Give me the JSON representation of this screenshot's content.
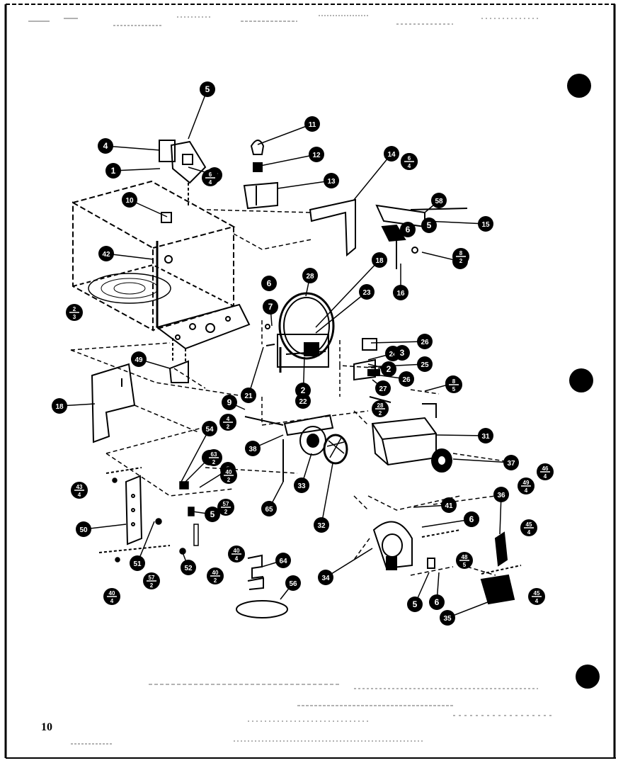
{
  "page": {
    "number": "10"
  },
  "callouts": [
    "1",
    "4",
    "5",
    "7",
    "10",
    "11",
    "12",
    "13",
    "14",
    "15",
    "16",
    "18",
    "18",
    "21",
    "22",
    "23",
    "24",
    "25",
    "26",
    "26",
    "27",
    "28",
    "31",
    "32",
    "33",
    "34",
    "35",
    "36",
    "37",
    "38",
    "41",
    "42",
    "49",
    "50",
    "51",
    "52",
    "54",
    "55",
    "56",
    "58",
    "64",
    "65",
    "67",
    "6",
    "6",
    "6",
    "5",
    "6",
    "86",
    "4",
    "2",
    "2",
    "8",
    "5",
    "6",
    "9",
    "3",
    "5",
    "2"
  ],
  "fraction_callouts": [
    {
      "top": "6",
      "bottom": "4"
    },
    {
      "top": "4",
      "bottom": "2"
    },
    {
      "top": "8",
      "bottom": "2"
    },
    {
      "top": "2",
      "bottom": "3"
    },
    {
      "top": "4",
      "bottom": "2"
    },
    {
      "top": "28",
      "bottom": "2"
    },
    {
      "top": "40",
      "bottom": "2"
    },
    {
      "top": "40",
      "bottom": "2"
    },
    {
      "top": "45",
      "bottom": "4"
    },
    {
      "top": "43",
      "bottom": "4"
    },
    {
      "top": "40",
      "bottom": "4"
    },
    {
      "top": "57",
      "bottom": "2"
    },
    {
      "top": "57",
      "bottom": "2"
    },
    {
      "top": "40",
      "bottom": "4"
    },
    {
      "top": "63",
      "bottom": "2"
    },
    {
      "top": "48",
      "bottom": "5"
    },
    {
      "top": "46",
      "bottom": "4"
    },
    {
      "top": "49",
      "bottom": "4"
    },
    {
      "top": "45",
      "bottom": "4"
    },
    {
      "top": "8",
      "bottom": "5"
    },
    {
      "top": "6",
      "bottom": "4"
    }
  ],
  "colors": {
    "ink": "#000000",
    "paper": "#ffffff"
  }
}
